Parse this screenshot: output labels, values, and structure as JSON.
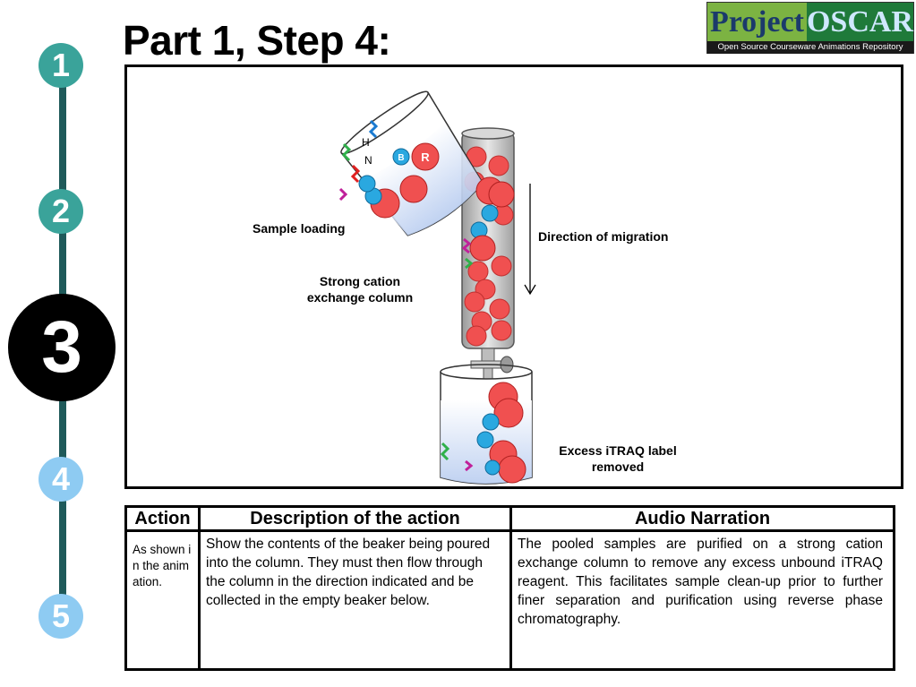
{
  "title": "Part 1, Step 4:",
  "steps": [
    {
      "number": "1",
      "state": "done"
    },
    {
      "number": "2",
      "state": "done"
    },
    {
      "number": "3",
      "state": "current"
    },
    {
      "number": "4",
      "state": "todo"
    },
    {
      "number": "5",
      "state": "todo"
    }
  ],
  "logo": {
    "word1": "Project",
    "word2": "OSCAR",
    "tagline": "Open Source Courseware Animations Repository"
  },
  "diagram": {
    "sample_loading": "Sample loading",
    "column_label_line1": "Strong cation",
    "column_label_line2": "exchange column",
    "direction": "Direction of migration",
    "excess_line1": "Excess iTRAQ label",
    "excess_line2": "removed",
    "molecule_letters": {
      "r": "R",
      "b": "B",
      "n": "N",
      "h": "H"
    }
  },
  "table": {
    "headers": [
      "Action",
      "Description of the action",
      "Audio Narration"
    ],
    "action": "As shown in the animation.",
    "description": "Show the contents of the beaker being poured into the column. They must then flow through the column in the direction indicated and be collected in the empty beaker below.",
    "narration": "The pooled samples are purified on a strong cation exchange column to remove any excess unbound iTRAQ reagent. This facilitates sample clean-up prior to further finer separation and purification using reverse phase chromatography."
  },
  "colors": {
    "rail": "#1f5a5a",
    "step_done": "#3aa39a",
    "step_current": "#000000",
    "step_todo": "#8ecbf2",
    "bead_red": "#f05050",
    "bead_blue": "#2aa8e0"
  }
}
